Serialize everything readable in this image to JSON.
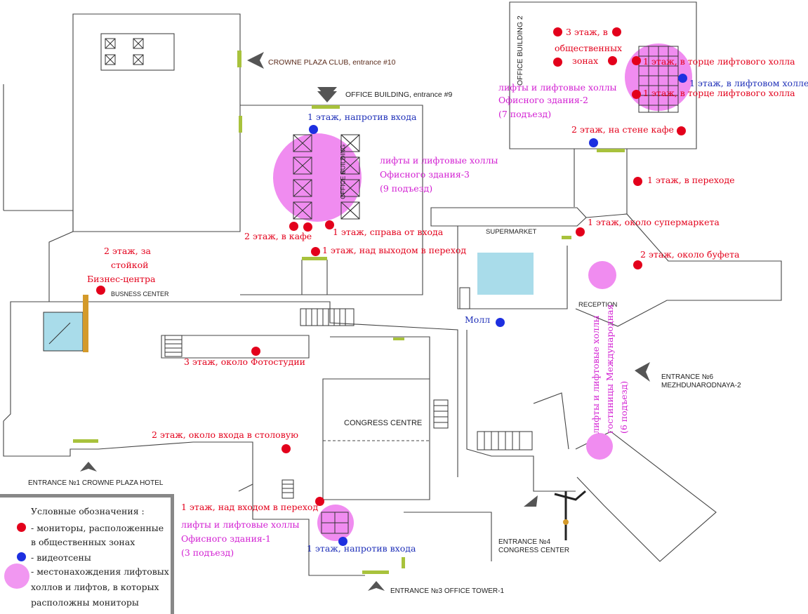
{
  "map_labels": {
    "crowne_club": "CROWNE PLAZA CLUB, entrance #10",
    "office_building_9": "OFFICE BUILDING, entrance #9",
    "office_building_2": "OFFICE BUILDING  2",
    "office_building_inner": "OFFICE BUILDING",
    "supermarket": "SUPERMARKET",
    "reception": "RECEPTION",
    "business_center": "BUSNESS CENTER",
    "congress_centre": "CONGRESS CENTRE",
    "entrance1": "ENTRANCE №1 CROWNE PLAZA HOTEL",
    "entrance3": "ENTRANCE №3 OFFICE TOWER-1",
    "entrance4_a": "ENTRANCE №4",
    "entrance4_b": "CONGRESS CENTER",
    "entrance6_a": "ENTRANCE №6",
    "entrance6_b": "MEZHDUNARODNAYA-2"
  },
  "annotations": {
    "ob2_floor3_a": "3 этаж, в",
    "ob2_floor3_b": "общественных",
    "ob2_floor3_c": "зонах",
    "ob2_end1": "1 этаж, в торце лифтового холла",
    "ob2_lifthall": "1 этаж, в лифтовом холле",
    "ob2_end2": "1 этаж, в торце лифтового холла",
    "ob2_lifts_a": "лифты и лифтовые холлы",
    "ob2_lifts_b": "Офисного здания-2",
    "ob2_lifts_c": "(7 подъезд)",
    "ob2_cafe": "2 этаж, на стене кафе",
    "passage": "1 этаж, в переходе",
    "supermarket": "1 этаж, около супермаркета",
    "buffet": "2 этаж, около буфета",
    "ob3_opposite": "1 этаж, напротив входа",
    "ob3_lifts_a": "лифты и лифтовые холлы",
    "ob3_lifts_b": "Офисного здания-3",
    "ob3_lifts_c": "(9 подъезд)",
    "ob3_cafe": "2 этаж, в кафе",
    "ob3_right": "1 этаж, справа от входа",
    "ob3_exit": "1 этаж, над выходом в переход",
    "bc_a": "2 этаж, за",
    "bc_b": "стойкой",
    "bc_c": "Бизнес-центра",
    "mall": "Молл",
    "photo": "3 этаж, около Фотостудии",
    "canteen": "2 этаж, около входа в столовую",
    "intl_a": "лифты и лифтовые холлы",
    "intl_b": "гостиницы Международная",
    "intl_c": "(6 подъезд)",
    "ob1_above": "1 этаж, над входом в переход",
    "ob1_lifts_a": "лифты и лифтовые холлы",
    "ob1_lifts_b": "Офисного здания-1",
    "ob1_lifts_c": "(3 подъезд)",
    "ob1_opposite": "1 этаж, напротив входа"
  },
  "legend": {
    "title": "Условные обозначения :",
    "monitors_a": "- мониторы, расположенные",
    "monitors_b": "в общественных зонах",
    "video": "- видеотсены",
    "lifts_a": "- местонахождения лифтовых",
    "lifts_b": "холлов и лифтов, в которых",
    "lifts_c": "расположны мониторы"
  },
  "colors": {
    "monitor_dot": "#e3001b",
    "video_dot": "#1d2fe0",
    "lift_halo": "#f08cf0",
    "entrance_marker": "#a8c23c",
    "water": "#a9dcea"
  },
  "icons": [
    "entrance-arrow-icon",
    "elevator-shaft-icon",
    "stairs-icon",
    "pool-icon",
    "sculpture-icon"
  ]
}
